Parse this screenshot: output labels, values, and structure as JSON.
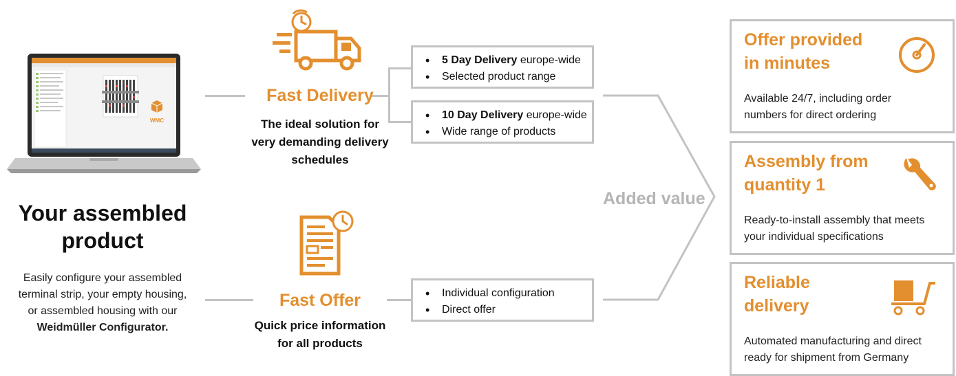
{
  "left": {
    "title_line1": "Your assembled",
    "title_line2": "product",
    "desc_line1": "Easily configure your assembled",
    "desc_line2": "terminal strip, your empty housing,",
    "desc_line3": "or assembled housing with our",
    "desc_bold": "Weidmüller Configurator.",
    "laptop_logo": "WMC"
  },
  "fast_delivery": {
    "icon": "truck-clock-icon",
    "title": "Fast Delivery",
    "line1": "The ideal solution for",
    "line2": "very demanding delivery",
    "line3": "schedules",
    "box1": {
      "item1_bold": "5 Day Delivery",
      "item1_rest": " europe-wide",
      "item2": "Selected product range"
    },
    "box2": {
      "item1_bold": "10 Day Delivery",
      "item1_rest": " europe-wide",
      "item2": "Wide range of products"
    }
  },
  "fast_offer": {
    "icon": "document-clock-icon",
    "title": "Fast Offer",
    "line1": "Quick price information",
    "line2": "for all products",
    "box": {
      "item1": "Individual configuration",
      "item2": "Direct offer"
    }
  },
  "added_value": "Added value",
  "cards": [
    {
      "icon": "gauge-icon",
      "title_line1": "Offer provided",
      "title_line2": "in minutes",
      "text_line1": "Available 24/7, including order",
      "text_line2": "numbers for direct ordering"
    },
    {
      "icon": "wrench-icon",
      "title_line1": "Assembly from",
      "title_line2": "quantity 1",
      "text_line1": "Ready-to-install assembly that meets",
      "text_line2": "your individual specifications"
    },
    {
      "icon": "cart-icon",
      "title_line1": "Reliable",
      "title_line2": "delivery",
      "text_line1": "Automated manufacturing and direct",
      "text_line2": "ready for shipment from Germany"
    }
  ],
  "colors": {
    "accent": "#e38f2f",
    "line": "#c3c3c3",
    "added_value": "#b5b5b5"
  }
}
